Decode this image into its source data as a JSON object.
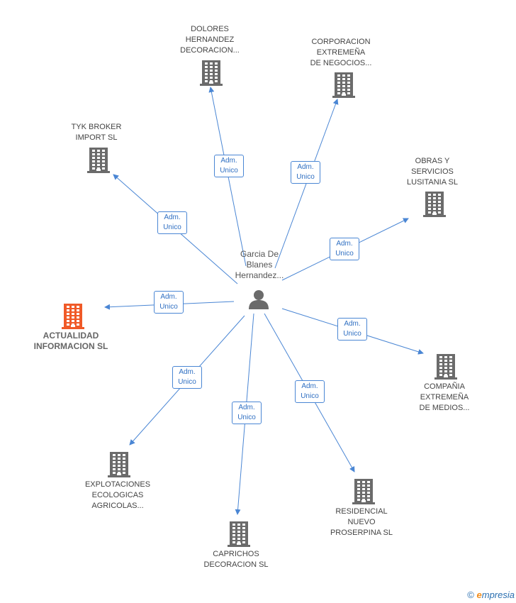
{
  "center": {
    "name": "Garcia De\nBlanes\nHernandez..."
  },
  "relation_label": "Adm.\nUnico",
  "nodes": [
    {
      "id": "dolores",
      "label": "DOLORES\nHERNANDEZ\nDECORACION...",
      "highlight": false
    },
    {
      "id": "corporacion",
      "label": "CORPORACION\nEXTREMEÑA\nDE NEGOCIOS...",
      "highlight": false
    },
    {
      "id": "tyk",
      "label": "TYK BROKER\nIMPORT SL",
      "highlight": false
    },
    {
      "id": "obras",
      "label": "OBRAS Y\nSERVICIOS\nLUSITANIA SL",
      "highlight": false
    },
    {
      "id": "actualidad",
      "label": "ACTUALIDAD\nINFORMACION SL",
      "highlight": true
    },
    {
      "id": "compania",
      "label": "COMPAÑIA\nEXTREMEÑA\nDE MEDIOS...",
      "highlight": false
    },
    {
      "id": "explotaciones",
      "label": "EXPLOTACIONES\nECOLOGICAS\nAGRICOLAS...",
      "highlight": false
    },
    {
      "id": "caprichos",
      "label": "CAPRICHOS\nDECORACION SL",
      "highlight": false
    },
    {
      "id": "residencial",
      "label": "RESIDENCIAL\nNUEVO\nPROSERPINA SL",
      "highlight": false
    }
  ],
  "colors": {
    "edge": "#4a86d4",
    "building": "#6b6b6b",
    "highlight": "#f05a28",
    "person": "#6b6b6b"
  },
  "footer": {
    "copyright": "©",
    "brand_e": "e",
    "brand_rest": "mpresia"
  }
}
